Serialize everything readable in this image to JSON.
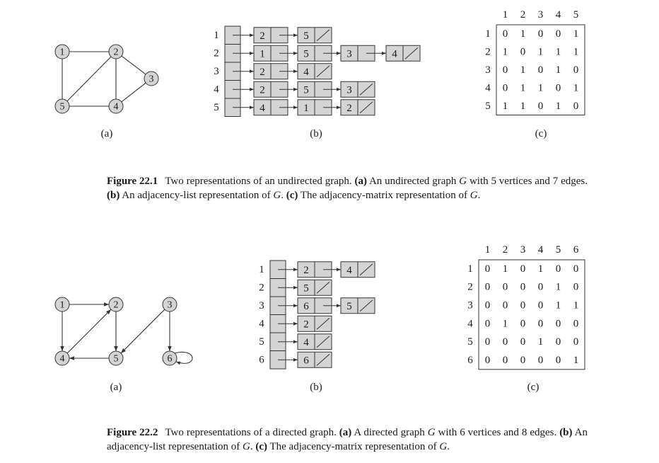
{
  "colors": {
    "node_fill": "#d4d4d4",
    "cell_fill": "#d4d4d4",
    "stroke": "#333333"
  },
  "figures": [
    {
      "graph": {
        "directed": false,
        "nodes": [
          "1",
          "2",
          "3",
          "4",
          "5"
        ],
        "edges": [
          [
            "1",
            "2"
          ],
          [
            "1",
            "5"
          ],
          [
            "2",
            "5"
          ],
          [
            "2",
            "4"
          ],
          [
            "2",
            "3"
          ],
          [
            "3",
            "4"
          ],
          [
            "4",
            "5"
          ]
        ]
      },
      "lists": {
        "rows": [
          "1",
          "2",
          "3",
          "4",
          "5"
        ],
        "entries": [
          [
            "2",
            "5"
          ],
          [
            "1",
            "5",
            "3",
            "4"
          ],
          [
            "2",
            "4"
          ],
          [
            "2",
            "5",
            "3"
          ],
          [
            "4",
            "1",
            "2"
          ]
        ]
      },
      "matrix": {
        "col_headers": [
          "1",
          "2",
          "3",
          "4",
          "5"
        ],
        "row_headers": [
          "1",
          "2",
          "3",
          "4",
          "5"
        ],
        "rows": [
          [
            "0",
            "1",
            "0",
            "0",
            "1"
          ],
          [
            "1",
            "0",
            "1",
            "1",
            "1"
          ],
          [
            "0",
            "1",
            "0",
            "1",
            "0"
          ],
          [
            "0",
            "1",
            "1",
            "0",
            "1"
          ],
          [
            "1",
            "1",
            "0",
            "1",
            "0"
          ]
        ]
      },
      "labels": {
        "a": "(a)",
        "b": "(b)",
        "c": "(c)"
      },
      "caption": {
        "number": "Figure 22.1",
        "part1": "Two representations of an undirected graph. ",
        "tag_a": "(a)",
        "part2": " An undirected graph ",
        "var1": "G",
        "part3": " with 5 vertices and 7 edges. ",
        "tag_b": "(b)",
        "part4": " An adjacency-list representation of ",
        "var2": "G",
        "part5": ". ",
        "tag_c": "(c)",
        "part6": " The adjacency-matrix representation of ",
        "var3": "G",
        "part7": "."
      }
    },
    {
      "graph": {
        "directed": true,
        "nodes": [
          "1",
          "2",
          "3",
          "4",
          "5",
          "6"
        ],
        "edges": [
          [
            "1",
            "2"
          ],
          [
            "1",
            "4"
          ],
          [
            "2",
            "5"
          ],
          [
            "3",
            "6"
          ],
          [
            "3",
            "5"
          ],
          [
            "4",
            "2"
          ],
          [
            "5",
            "4"
          ],
          [
            "6",
            "6"
          ]
        ]
      },
      "lists": {
        "rows": [
          "1",
          "2",
          "3",
          "4",
          "5",
          "6"
        ],
        "entries": [
          [
            "2",
            "4"
          ],
          [
            "5"
          ],
          [
            "6",
            "5"
          ],
          [
            "2"
          ],
          [
            "4"
          ],
          [
            "6"
          ]
        ]
      },
      "matrix": {
        "col_headers": [
          "1",
          "2",
          "3",
          "4",
          "5",
          "6"
        ],
        "row_headers": [
          "1",
          "2",
          "3",
          "4",
          "5",
          "6"
        ],
        "rows": [
          [
            "0",
            "1",
            "0",
            "1",
            "0",
            "0"
          ],
          [
            "0",
            "0",
            "0",
            "0",
            "1",
            "0"
          ],
          [
            "0",
            "0",
            "0",
            "0",
            "1",
            "1"
          ],
          [
            "0",
            "1",
            "0",
            "0",
            "0",
            "0"
          ],
          [
            "0",
            "0",
            "0",
            "1",
            "0",
            "0"
          ],
          [
            "0",
            "0",
            "0",
            "0",
            "0",
            "1"
          ]
        ]
      },
      "labels": {
        "a": "(a)",
        "b": "(b)",
        "c": "(c)"
      },
      "caption": {
        "number": "Figure 22.2",
        "part1": "Two representations of a directed graph. ",
        "tag_a": "(a)",
        "part2": " A directed graph ",
        "var1": "G",
        "part3": " with 6 vertices and 8 edges. ",
        "tag_b": "(b)",
        "part4": " An adjacency-list representation of ",
        "var2": "G",
        "part5": ". ",
        "tag_c": "(c)",
        "part6": " The adjacency-matrix representation of ",
        "var3": "G",
        "part7": "."
      }
    }
  ]
}
